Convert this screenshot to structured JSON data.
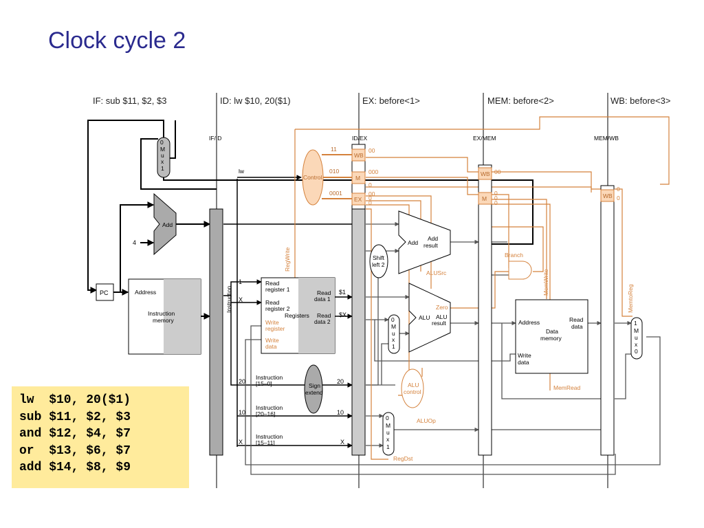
{
  "slide": {
    "title": "Clock cycle 2"
  },
  "stages": {
    "if": "IF: sub $11, $2, $3",
    "id": "ID: lw $10, 20($1)",
    "ex": "EX: before<1>",
    "mem": "MEM: before<2>",
    "wb": "WB: before<3>"
  },
  "pipeline_registers": {
    "ifid": "IF/ID",
    "idex": "ID/EX",
    "exmem": "EX/MEM",
    "memwb": "MEM/WB"
  },
  "components": {
    "pc": "PC",
    "add": "Add",
    "four": "4",
    "mux_label": [
      "0",
      "M",
      "u",
      "x",
      "1"
    ],
    "mux_rev_label": [
      "1",
      "M",
      "u",
      "x",
      "0"
    ],
    "instr_mem": {
      "address": "Address",
      "line1": "Instruction",
      "line2": "memory"
    },
    "instruction": "Instruction",
    "registers": {
      "read_reg1_a": "Read",
      "read_reg1_b": "register 1",
      "read_reg2_a": "Read",
      "read_reg2_b": "register 2",
      "write_reg_a": "Write",
      "write_reg_b": "register",
      "write_data_a": "Write",
      "write_data_b": "data",
      "read_data1_a": "Read",
      "read_data1_b": "data 1",
      "read_data2_a": "Read",
      "read_data2_b": "data 2",
      "name": "Registers"
    },
    "control": "Control",
    "sign_extend_a": "Sign",
    "sign_extend_b": "extend",
    "shift_left_a": "Shift",
    "shift_left_b": "left 2",
    "add_result_add": "Add",
    "add_result_a": "Add",
    "add_result_b": "result",
    "alu": "ALU",
    "alu_result_a": "ALU",
    "alu_result_b": "result",
    "zero": "Zero",
    "alu_control_a": "ALU",
    "alu_control_b": "control",
    "data_mem": {
      "address": "Address",
      "read_a": "Read",
      "read_b": "data",
      "line1": "Data",
      "line2": "memory",
      "write_a": "Write",
      "write_b": "data"
    },
    "fields": {
      "i15_0_a": "Instruction",
      "i15_0_b": "[15–0]",
      "i20_16_a": "Instruction",
      "i20_16_b": "[20–16]",
      "i15_11_a": "Instruction",
      "i15_11_b": "[15–11]"
    }
  },
  "signals": {
    "lw": "lw",
    "reg1": "1",
    "reg2": "X",
    "val1": "$1",
    "val2": "$X",
    "imm_in": "20",
    "imm_out": "20",
    "rt_in": "10",
    "rt_out": "10",
    "rd_in": "X",
    "rd_out": "X",
    "wb_code": "11",
    "m_code": "010",
    "ex_code": "0001",
    "wb": "WB",
    "m": "M",
    "ex": "EX",
    "idex_wb": "00",
    "idex_m": "000",
    "idex_ex1": "0",
    "idex_ex2": "00",
    "idex_ex3": "0",
    "idex_ex4": "0",
    "exmem_wb": "00",
    "exmem_m1": "0",
    "exmem_m2": "0",
    "exmem_m3": "0",
    "memwb_wb1": "0",
    "memwb_wb2": "0",
    "regwrite": "RegWrite",
    "branch": "Branch",
    "memwrite": "MemWrite",
    "alusrc": "ALUSrc",
    "memread": "MemRead",
    "aluop": "ALUOp",
    "regdst": "RegDst",
    "memtoreg": "MemtoReg"
  },
  "code_lines": [
    "lw  $10, 20($1)",
    "sub $11, $2, $3",
    "and $12, $4, $7",
    "or  $13, $6, $7",
    "add $14, $8, $9"
  ],
  "colors": {
    "title": "#2a2a8e",
    "control": "#d4813b",
    "control_fill": "#fbd8b8",
    "code_bg": "#ffeb9c"
  }
}
